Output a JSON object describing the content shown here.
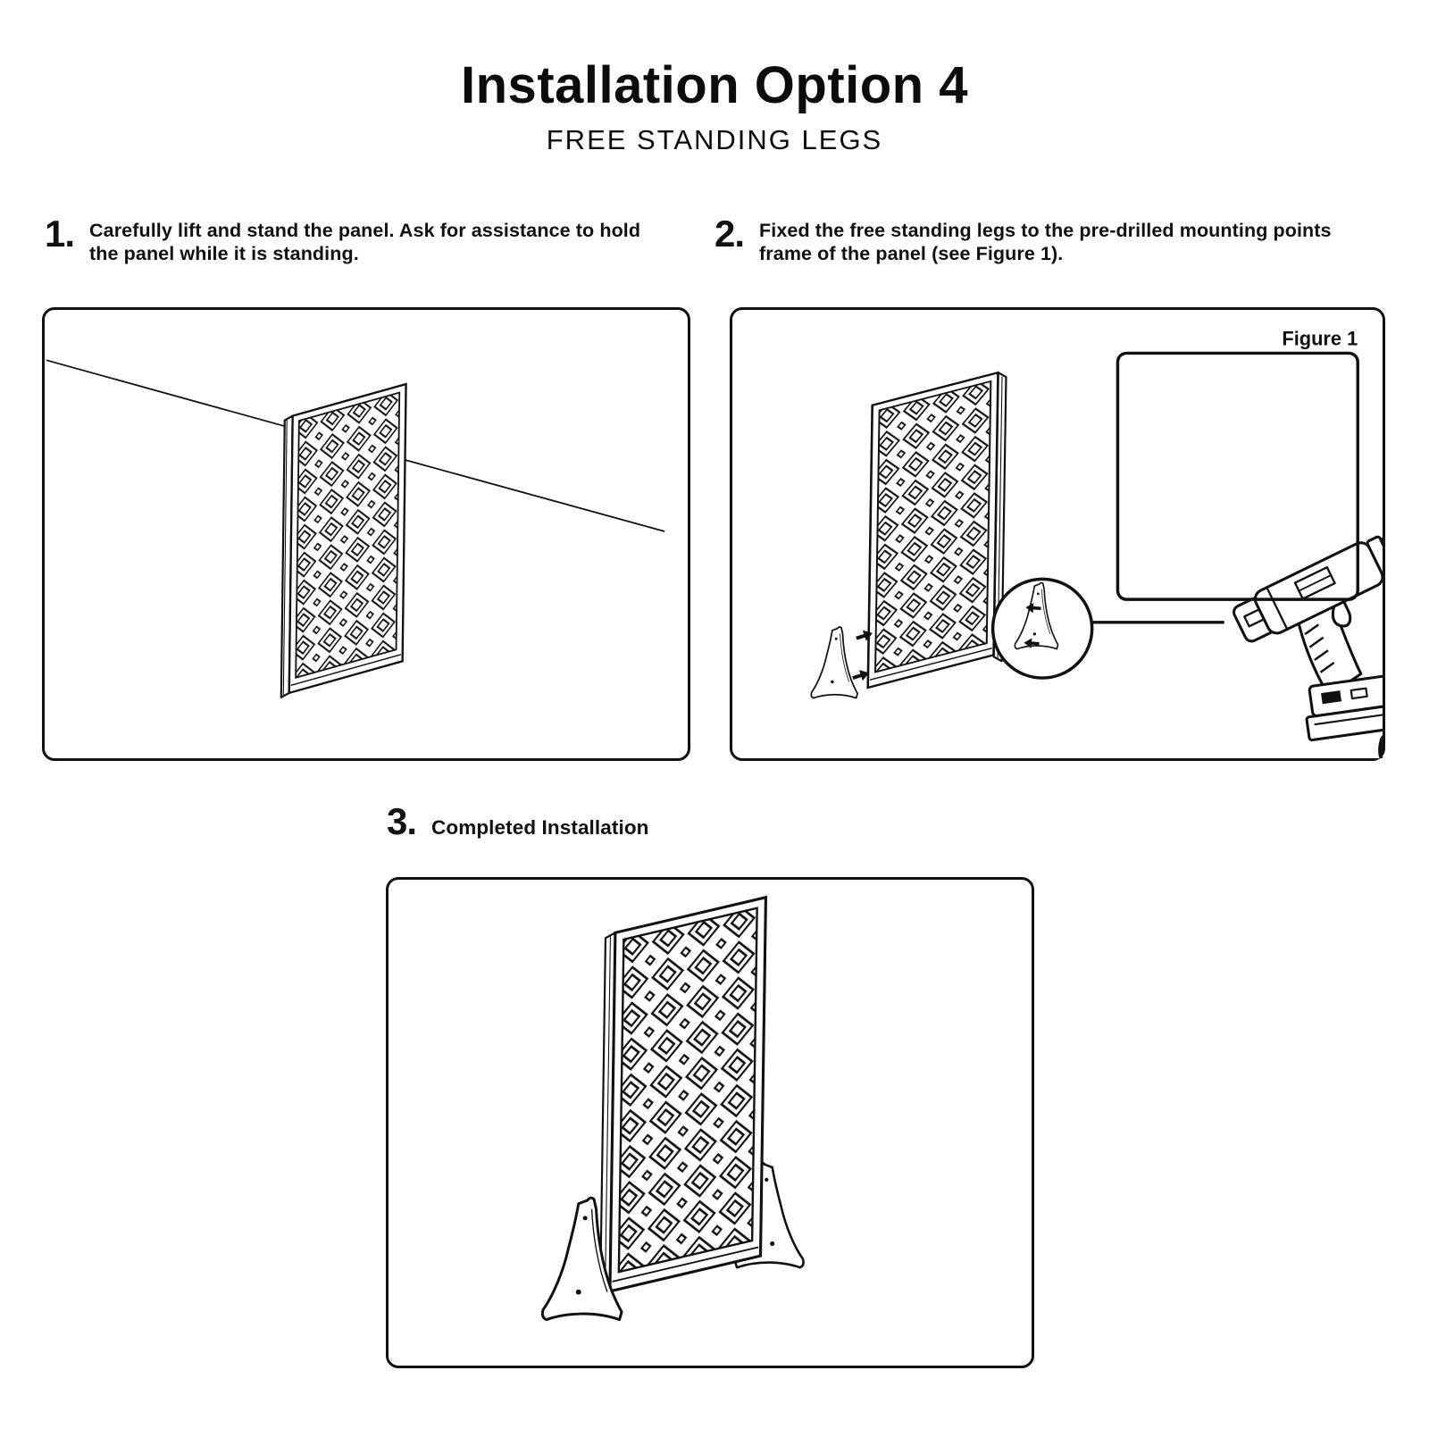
{
  "title": "Installation Option 4",
  "subtitle": "FREE STANDING LEGS",
  "steps": [
    {
      "number": "1.",
      "text": "Carefully lift and stand the panel. Ask for assistance to hold the panel while it is standing."
    },
    {
      "number": "2.",
      "text": "Fixed the free standing legs to the pre-drilled mounting points frame of the panel  (see Figure 1)."
    },
    {
      "number": "3.",
      "text": "Completed Installation"
    }
  ],
  "figure": {
    "label": "Figure 1"
  },
  "colors": {
    "ink": "#111111",
    "paper": "#ffffff"
  },
  "graphics": {
    "step1": "panel-standing-in-room-perspective",
    "step2": "attach-free-standing-legs-with-drill",
    "step3": "completed-free-standing-panel",
    "icons": [
      "decorative-lattice-panel",
      "free-standing-leg",
      "direction-arrow",
      "magnifier-circle",
      "power-drill",
      "screw"
    ]
  }
}
